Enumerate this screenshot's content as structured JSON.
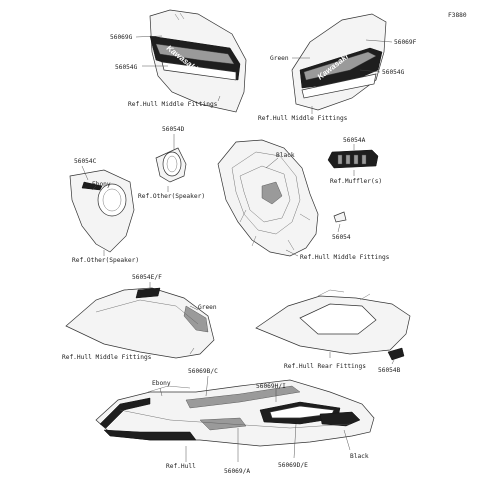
{
  "diagram_id": "F3880",
  "labels": {
    "p56069G": "56069G",
    "p56069F": "56069F",
    "p56054G_left": "56054G",
    "p56054G_right": "56054G",
    "green_top": "Green",
    "ref_hull_mid_top_left": "Ref.Hull Middle Fittings",
    "ref_hull_mid_top_right": "Ref.Hull Middle Fittings",
    "p56054D": "56054D",
    "p56054A": "56054A",
    "black_mid": "Black",
    "p56054C": "56054C",
    "ebony_mid": "Ebony",
    "ref_other_speaker_1": "Ref.Other(Speaker)",
    "ref_other_speaker_2": "Ref.Other(Speaker)",
    "ref_muffler": "Ref.Muffler(s)",
    "p56054": "56054",
    "ref_hull_mid_center": "Ref.Hull Middle Fittings",
    "p56054EF": "56054E/F",
    "green_mid": "Green",
    "ref_hull_mid_lower": "Ref.Hull Middle Fittings",
    "ref_hull_rear": "Ref.Hull Rear Fittings",
    "p56054B": "56054B",
    "ebony_bottom": "Ebony",
    "p56069BC": "56069B/C",
    "p56069HI": "56069H/I",
    "ref_hull": "Ref.Hull",
    "p56069A": "56069/A",
    "p56069DE": "56069D/E",
    "black_bottom": "Black"
  },
  "decals": {
    "brand_left": "Kawasaki",
    "brand_right": "Kawasaki"
  }
}
